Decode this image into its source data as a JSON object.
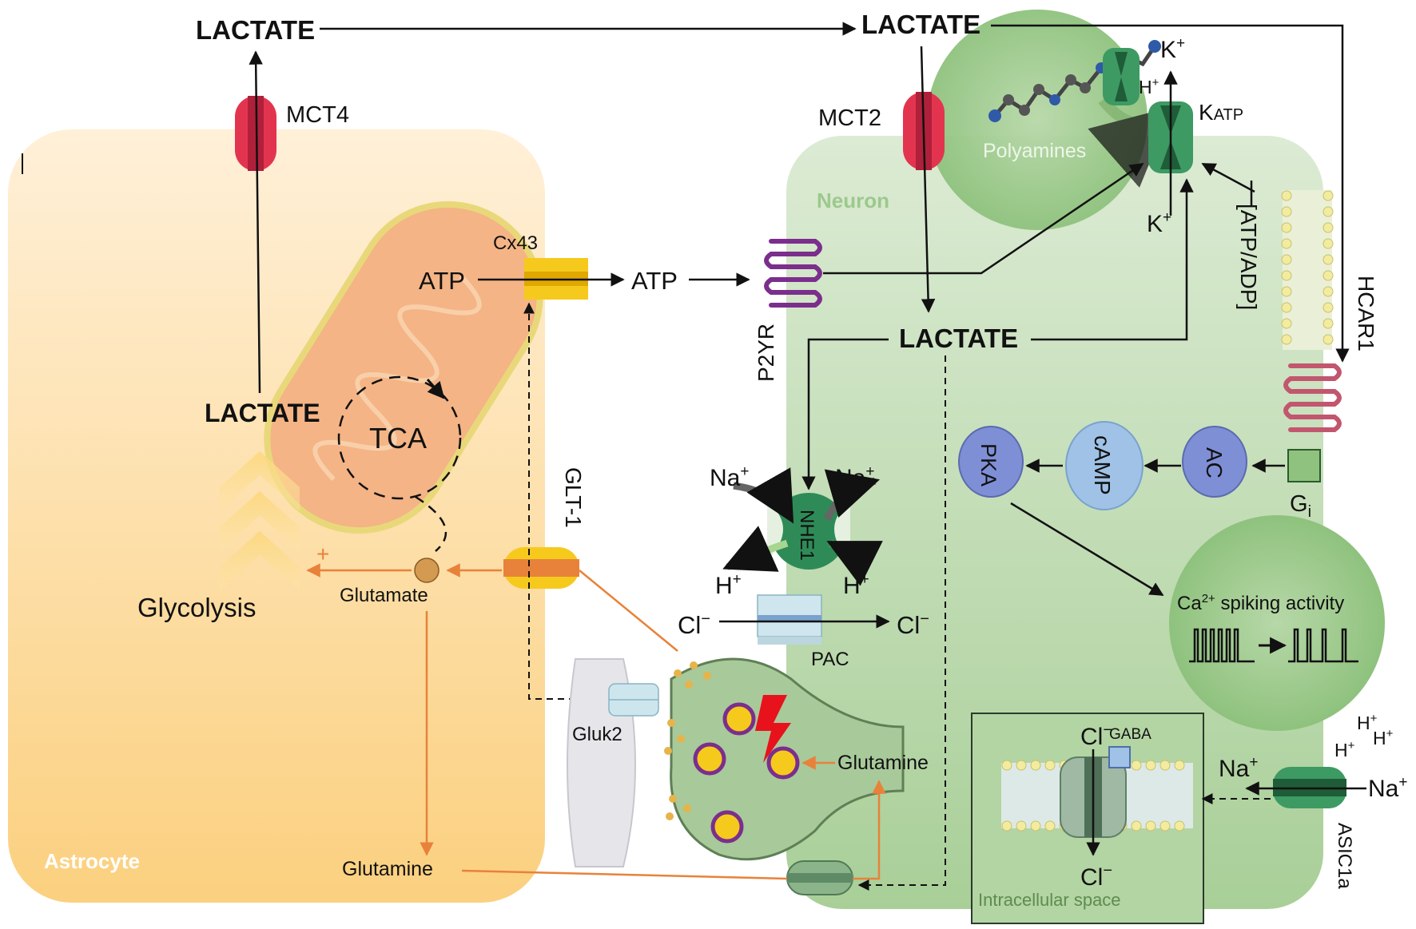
{
  "labels": {
    "lactate_top_left": "LACTATE",
    "lactate_top_right": "LACTATE",
    "lactate_astro": "LACTATE",
    "lactate_neuron": "LACTATE",
    "mct4": "MCT4",
    "mct2": "MCT2",
    "cx43": "Cx43",
    "atp_mito": "ATP",
    "atp_extra": "ATP",
    "tca": "TCA",
    "glycolysis": "Glycolysis",
    "plus_sign": "+",
    "glutamate": "Glutamate",
    "glutamine_astro": "Glutamine",
    "glutamine_terminal": "Glutamine",
    "glt1": "GLT-1",
    "gluk2": "Gluk2",
    "astrocyte": "Astrocyte",
    "neuron": "Neuron",
    "p2yr": "P2YR",
    "polyamines": "Polyamines",
    "k_top": "K",
    "k_bottom": "K",
    "h_plus_katp": "H",
    "katp_main": "K",
    "katp_sub": "ATP",
    "atp_adp": "[ATP/ADP]",
    "hcar1": "HCAR1",
    "nhe1": "NHE1",
    "na_left": "Na",
    "na_right": "Na",
    "h_left": "H",
    "h_right": "H",
    "cl_left": "Cl",
    "cl_right": "Cl",
    "pac": "PAC",
    "pka": "PKA",
    "camp": "cAMP",
    "ac": "AC",
    "gi_main": "G",
    "gi_sub": "i",
    "ca_spiking_pre": "Ca",
    "ca_spiking_post": " spiking activity",
    "cl_gaba_top": "Cl",
    "cl_gaba_bottom": "Cl",
    "gaba": "GABA",
    "intracellular": "Intracellular space",
    "na_asic_left": "Na",
    "na_asic_right": "Na",
    "asic1a": "ASIC1a",
    "h_cluster_1": "H",
    "h_cluster_2": "H",
    "h_cluster_3": "H",
    "superscript_plus": "+",
    "superscript_minus": "−",
    "superscript_two_plus": "2+"
  },
  "colors": {
    "astrocyte_fill": "#fdd58a",
    "neuron_fill": "#cfe3c4",
    "mito_fill": "#f5b98a",
    "mct_red": "#e3344f",
    "cx43_yellow": "#f6c91d",
    "p2yr_purple": "#7b2e8c",
    "hcar1_pink": "#c2566e",
    "ion_channel_green": "#2e8b57",
    "blue_enzyme": "#7f8fd6",
    "orange_arrow": "#e8823a"
  }
}
